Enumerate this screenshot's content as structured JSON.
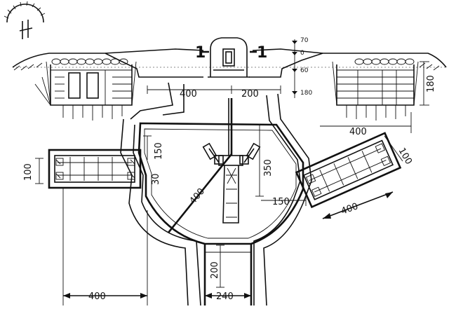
{
  "section_mark": {
    "left": "1",
    "right": "1"
  },
  "elevations": {
    "e70": "70",
    "e0": "0",
    "e60": "60",
    "e180": "180"
  },
  "dimensions": {
    "d400_top": "400",
    "d200_top": "200",
    "d180_right": "180",
    "d400_right": "400",
    "d100_right": "100",
    "d100_left": "100",
    "d150_upper": "150",
    "d30": "30",
    "d350": "350",
    "d150_right": "150",
    "d400_radius": "400",
    "d400_lower_right": "400",
    "d200_mouth": "200",
    "d400_bottom": "400",
    "d240_bottom": "240"
  }
}
